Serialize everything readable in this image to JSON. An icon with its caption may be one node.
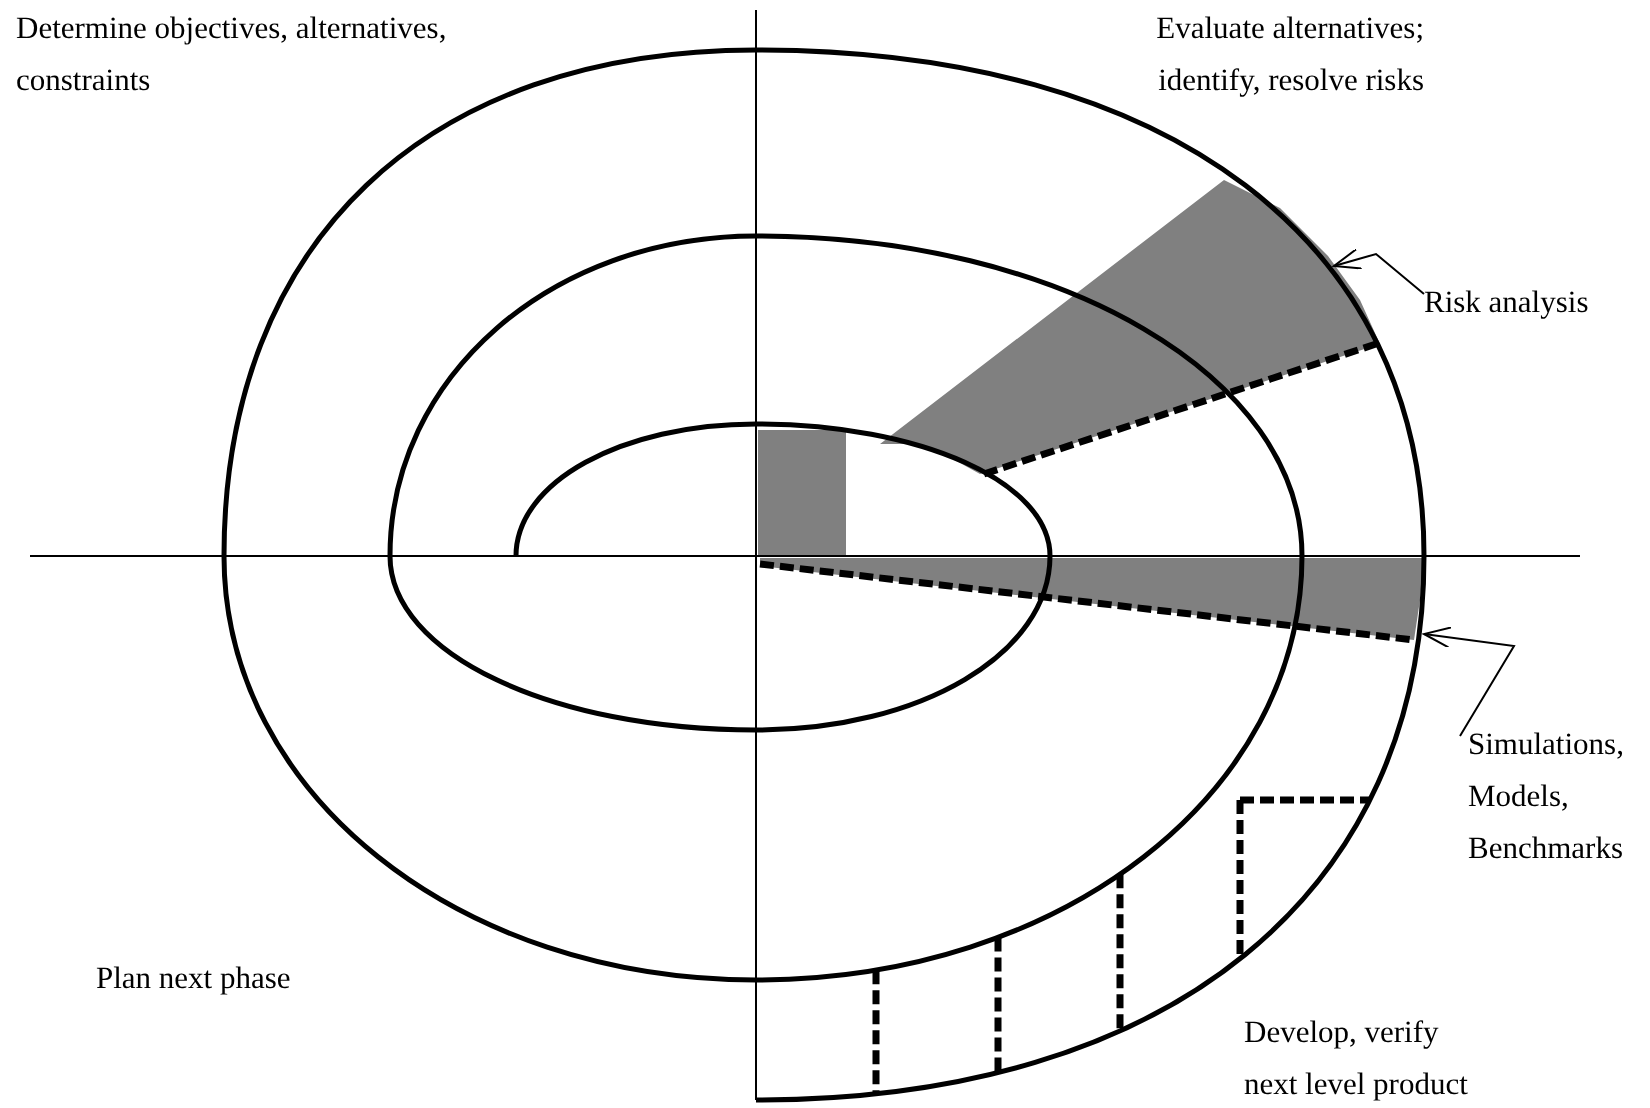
{
  "diagram": {
    "nodes": [
      {
        "text": [
          "Risk analysis"
        ]
      },
      {
        "text": [],
        "shape": "box"
      },
      {
        "text": [
          "Simulations, Models, Benchmarks"
        ]
      },
      {
        "text": [],
        "shape": "box"
      }
    ],
    "edges": [
      {
        "from": 0,
        "to": 1,
        "arrow": "to"
      },
      {
        "from": 2,
        "to": 3,
        "arrow": "to"
      }
    ],
    "labels": [
      "Determine objectives, alternatives, constraints",
      "Evaluate alternatives; identify, resolve risks",
      "Plan next phase",
      "Develop, verify next level product"
    ]
  }
}
